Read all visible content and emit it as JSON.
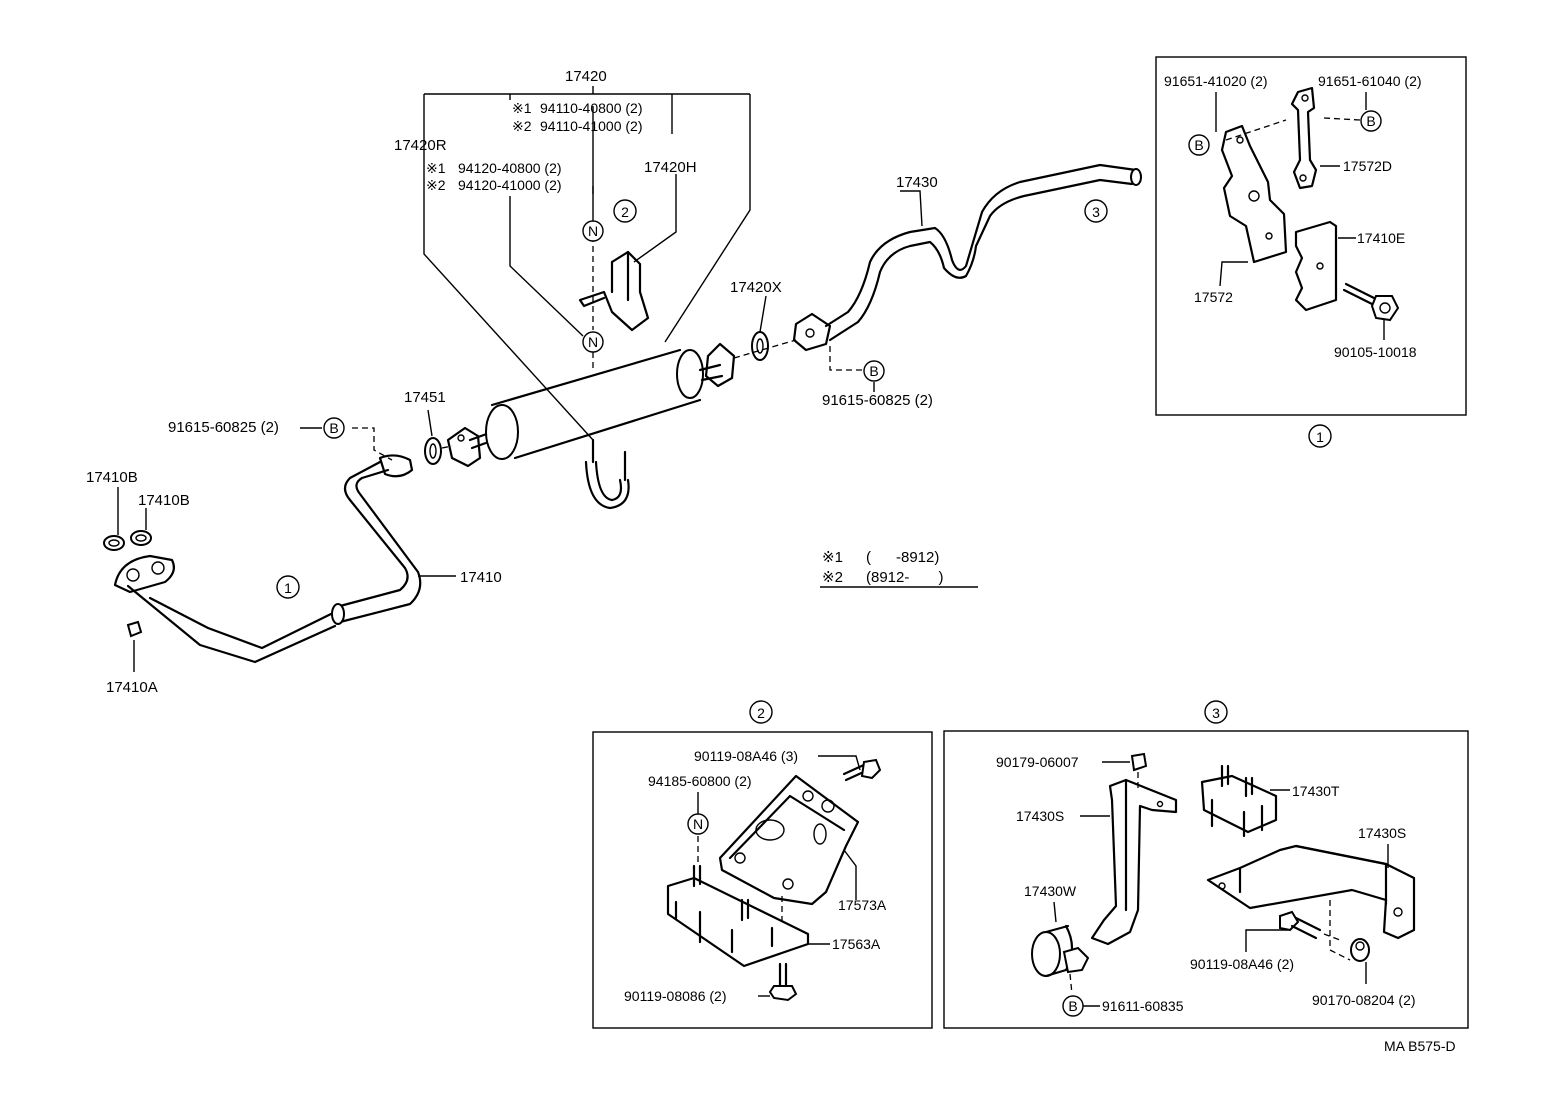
{
  "parts": {
    "p17420": "17420",
    "p17420R": "17420R",
    "p17420H": "17420H",
    "n1_94110": "94110-40800 (2)",
    "n2_94110": "94110-41000 (2)",
    "n1_94120": "94120-40800 (2)",
    "n2_94120": "94120-41000 (2)",
    "p17430": "17430",
    "p17420X": "17420X",
    "p91615_r": "91615-60825 (2)",
    "p91615_l": "91615-60825 (2)",
    "p17451": "17451",
    "p17410B_a": "17410B",
    "p17410B_b": "17410B",
    "p17410": "17410",
    "p17410A": "17410A",
    "d1_91651a": "91651-41020 (2)",
    "d1_91651b": "91651-61040 (2)",
    "d1_17572D": "17572D",
    "d1_17410E": "17410E",
    "d1_17572": "17572",
    "d1_90105": "90105-10018",
    "d2_90119a": "90119-08A46 (3)",
    "d2_94185": "94185-60800 (2)",
    "d2_17573A": "17573A",
    "d2_17563A": "17563A",
    "d2_90119b": "90119-08086 (2)",
    "d3_90179": "90179-06007",
    "d3_17430S_a": "17430S",
    "d3_17430T": "17430T",
    "d3_17430S_b": "17430S",
    "d3_17430W": "17430W",
    "d3_90119": "90119-08A46 (2)",
    "d3_90170": "90170-08204 (2)",
    "d3_91611": "91611-60835"
  },
  "markers": {
    "ref1": "※1",
    "ref2": "※2",
    "circle1": "1",
    "circle2": "2",
    "circle3": "3",
    "B": "B",
    "N": "N"
  },
  "legend": {
    "row1_range": "(      -8912)",
    "row2_range": "(8912-       )"
  },
  "footer": {
    "code": "MA B575-D"
  }
}
